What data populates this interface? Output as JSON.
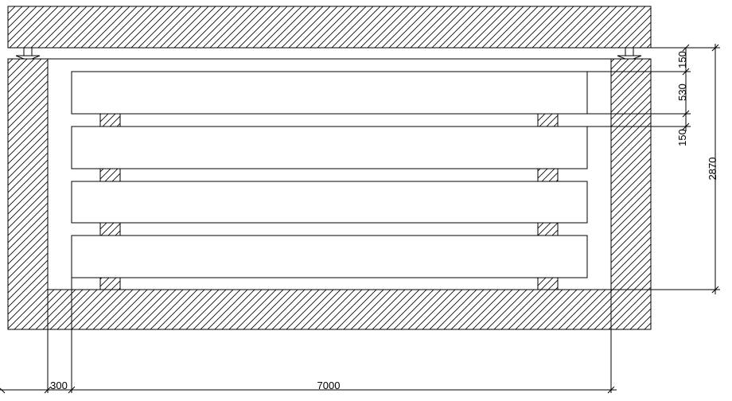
{
  "dimensions": {
    "top_gap": "150",
    "board_thickness": "530",
    "spacer_gap": "150",
    "overall_height": "2870",
    "wall_offset": "300",
    "overall_length": "7000"
  }
}
